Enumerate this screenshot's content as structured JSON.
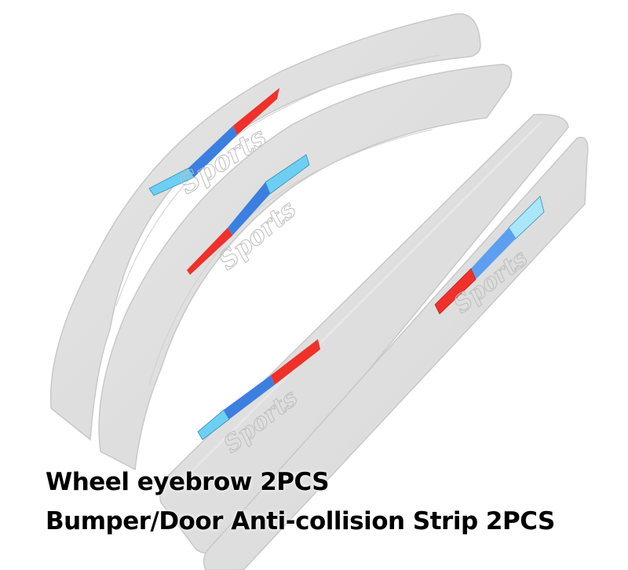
{
  "product": {
    "emblem_text": "Sports",
    "stripe_colors": {
      "light_blue": "#6ccff3",
      "blue": "#3b7fe0",
      "red": "#f0302a"
    },
    "body_color": "#dcdcdc",
    "pieces": [
      {
        "type": "wheel-eyebrow",
        "index": 1
      },
      {
        "type": "wheel-eyebrow",
        "index": 2
      },
      {
        "type": "anti-collision-strip",
        "index": 1
      },
      {
        "type": "anti-collision-strip",
        "index": 2
      }
    ]
  },
  "caption": {
    "line1": "Wheel eyebrow 2PCS",
    "line2": "Bumper/Door Anti-collision Strip 2PCS"
  }
}
